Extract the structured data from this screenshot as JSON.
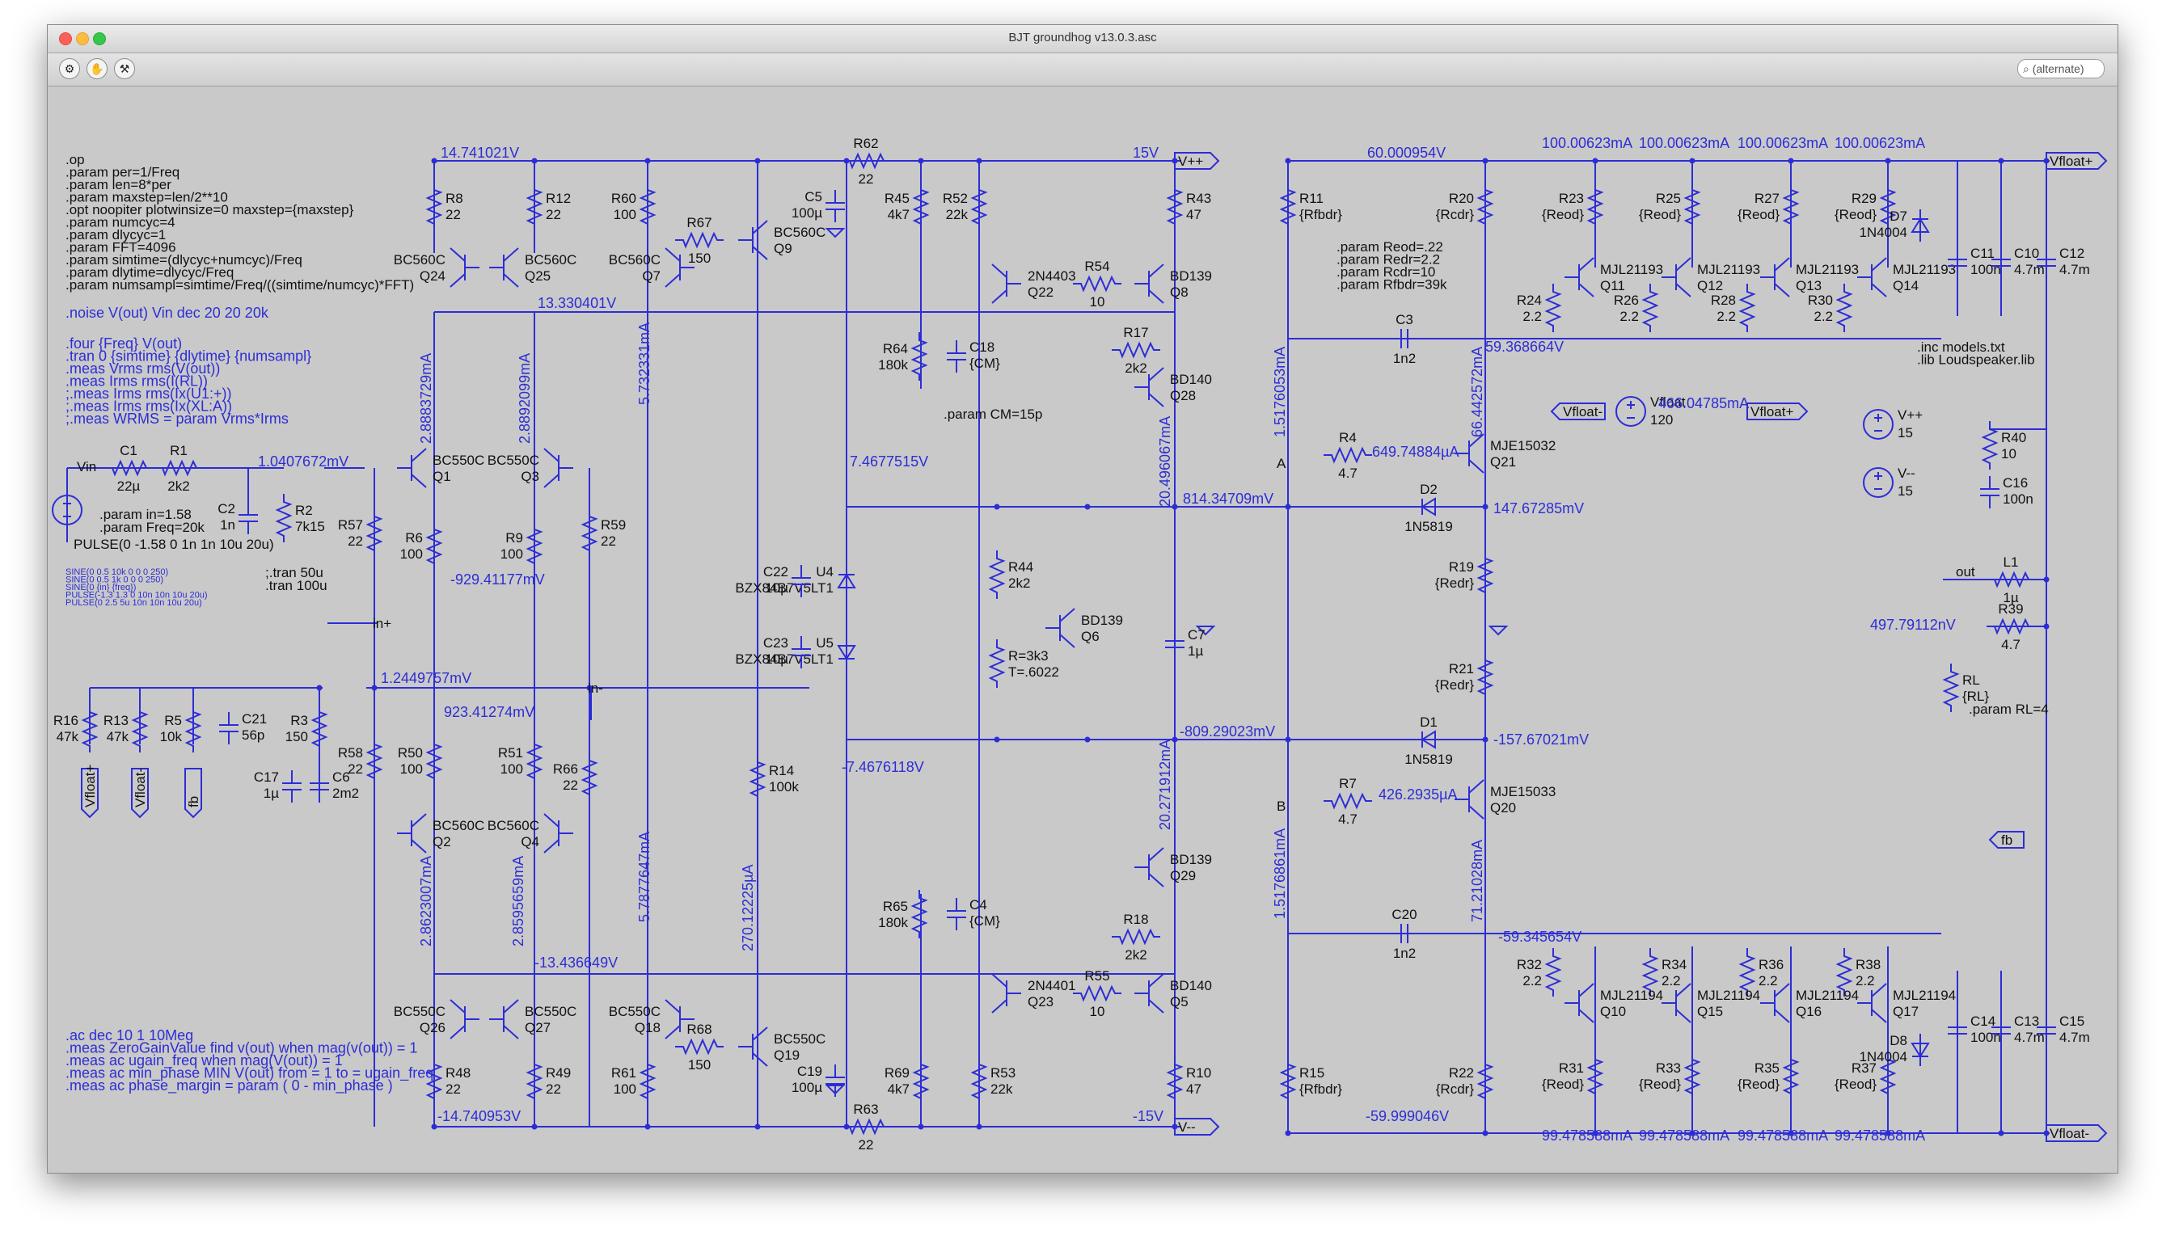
{
  "window": {
    "title": "BJT groundhog v13.0.3.asc",
    "search_placeholder": "(alternate)"
  },
  "toolbar": {
    "pan_icon": "hand-icon",
    "tool_icon": "wrench-icon"
  },
  "directives": [
    ".op",
    ".param per=1/Freq",
    ".param len=8*per",
    ".param maxstep=len/2**10",
    ".opt noopiter plotwinsize=0 maxstep={maxstep}",
    ".param numcyc=4",
    ".param dlycyc=1",
    ".param FFT=4096",
    ".param simtime=(dlycyc+numcyc)/Freq",
    ".param dlytime=dlycyc/Freq",
    ".param numsampl=simtime/Freq/((simtime/numcyc)*FFT)"
  ],
  "noise_directive": ".noise V(out) Vin dec 20 20 20k",
  "meas_directives": [
    ".four {Freq} V(out)",
    ".tran 0 {simtime} {dlytime} {numsampl}",
    ".meas Vrms rms(V(out))",
    ".meas Irms rms(I(RL))",
    ";.meas Irms rms(Ix(U1:+))",
    ";.meas Irms rms(Ix(XL:A))",
    ";.meas WRMS = param Vrms*Irms"
  ],
  "ac_directives": [
    ".ac dec 10 1 10Meg",
    ".meas ZeroGainValue find v(out) when mag(v(out)) = 1",
    ".meas ac ugain_freq when mag(V(out)) = 1",
    ".meas ac min_phase MIN V(out) from = 1 to = ugain_freq",
    ".meas ac phase_margin = param ( 0 - min_phase )"
  ],
  "alt_sources": [
    "SINE(0 0.5 10k 0 0 0 250)",
    "SINE(0 0.5 1k 0 0 0 250)",
    "SINE(0 {in} {freq})",
    "PULSE(-1.3 1.3 0 10n 10n 10u 20u)",
    "PULSE(0 2.5 5u 10n 10n 10u 20u)"
  ],
  "input": {
    "vin_label": "Vin",
    "pulse": "PULSE(0 -1.58 0 1n 1n 10u 20u)",
    "param_in": ".param in=1.58",
    "param_freq": ".param Freq=20k",
    "tran1": ";.tran 50u",
    "tran2": ".tran 100u"
  },
  "params_cm": ".param CM=15p",
  "params_output": [
    ".param Reod=.22",
    ".param Redr=2.2",
    ".param Rcdr=10",
    ".param Rfbdr=39k"
  ],
  "include": [
    ".inc models.txt",
    ".lib Loudspeaker.lib"
  ],
  "param_rl": ".param RL=4",
  "components": {
    "C1": [
      "C1",
      "22µ"
    ],
    "R1": [
      "R1",
      "2k2"
    ],
    "C2": [
      "C2",
      "1n"
    ],
    "R2": [
      "R2",
      "7k15"
    ],
    "R8": [
      "R8",
      "22"
    ],
    "R12": [
      "R12",
      "22"
    ],
    "R60": [
      "R60",
      "100"
    ],
    "R67": [
      "R67",
      "150"
    ],
    "C5": [
      "C5",
      "100µ"
    ],
    "R62": [
      "R62",
      "22"
    ],
    "R45": [
      "R45",
      "4k7"
    ],
    "R52": [
      "R52",
      "22k"
    ],
    "R43": [
      "R43",
      "47"
    ],
    "Q24": [
      "Q24",
      "BC560C"
    ],
    "Q25": [
      "Q25",
      "BC560C"
    ],
    "Q7": [
      "Q7",
      "BC560C"
    ],
    "Q9": [
      "Q9",
      "BC560C"
    ],
    "Q22": [
      "Q22",
      "2N4403"
    ],
    "R54": [
      "R54",
      "10"
    ],
    "Q8": [
      "Q8",
      "BD139"
    ],
    "R17": [
      "R17",
      "2k2"
    ],
    "R64": [
      "R64",
      "180k"
    ],
    "C18": [
      "C18",
      "{CM}"
    ],
    "Q28": [
      "Q28",
      "BD140"
    ],
    "Q1": [
      "Q1",
      "BC550C"
    ],
    "Q3": [
      "Q3",
      "BC550C"
    ],
    "R57": [
      "R57",
      "22"
    ],
    "R6": [
      "R6",
      "100"
    ],
    "R9": [
      "R9",
      "100"
    ],
    "R59": [
      "R59",
      "22"
    ],
    "U4": [
      "U4",
      "BZX84B7V5LT1"
    ],
    "U5": [
      "U5",
      "BZX84B7V5LT1"
    ],
    "C22": [
      "C22",
      "10µ"
    ],
    "C23": [
      "C23",
      "10µ"
    ],
    "R44": [
      "R44",
      "2k2"
    ],
    "Q6": [
      "Q6",
      "BD139"
    ],
    "R3k3": [
      "R=3k3",
      "T=.6022"
    ],
    "C7": [
      "C7",
      "1µ"
    ],
    "R16": [
      "R16",
      "47k"
    ],
    "R13": [
      "R13",
      "47k"
    ],
    "R5": [
      "R5",
      "10k"
    ],
    "C21": [
      "C21",
      "56p"
    ],
    "R3": [
      "R3",
      "150"
    ],
    "C17": [
      "C17",
      "1µ"
    ],
    "C6": [
      "C6",
      "2m2"
    ],
    "R58": [
      "R58",
      "22"
    ],
    "R50": [
      "R50",
      "100"
    ],
    "R51": [
      "R51",
      "100"
    ],
    "R66": [
      "R66",
      "22"
    ],
    "Q2": [
      "Q2",
      "BC560C"
    ],
    "Q4": [
      "Q4",
      "BC560C"
    ],
    "R14": [
      "R14",
      "100k"
    ],
    "R65": [
      "R65",
      "180k"
    ],
    "C4": [
      "C4",
      "{CM}"
    ],
    "Q29": [
      "Q29",
      "BD139"
    ],
    "R18": [
      "R18",
      "2k2"
    ],
    "Q23": [
      "Q23",
      "2N4401"
    ],
    "R55": [
      "R55",
      "10"
    ],
    "Q5": [
      "Q5",
      "BD140"
    ],
    "Q26": [
      "Q26",
      "BC550C"
    ],
    "Q27": [
      "Q27",
      "BC550C"
    ],
    "Q18": [
      "Q18",
      "BC550C"
    ],
    "R68": [
      "R68",
      "150"
    ],
    "Q19": [
      "Q19",
      "BC550C"
    ],
    "R48": [
      "R48",
      "22"
    ],
    "R49": [
      "R49",
      "22"
    ],
    "R61": [
      "R61",
      "100"
    ],
    "C19": [
      "C19",
      "100µ"
    ],
    "R63": [
      "R63",
      "22"
    ],
    "R69": [
      "R69",
      "4k7"
    ],
    "R53": [
      "R53",
      "22k"
    ],
    "R10": [
      "R10",
      "47"
    ],
    "R11": [
      "R11",
      "{Rfbdr}"
    ],
    "R20": [
      "R20",
      "{Rcdr}"
    ],
    "C3": [
      "C3",
      "1n2"
    ],
    "R4": [
      "R4",
      "4.7"
    ],
    "Q21": [
      "Q21",
      "MJE15032"
    ],
    "D2": [
      "D2",
      "1N5819"
    ],
    "R19": [
      "R19",
      "{Redr}"
    ],
    "R21": [
      "R21",
      "{Redr}"
    ],
    "D1": [
      "D1",
      "1N5819"
    ],
    "R7": [
      "R7",
      "4.7"
    ],
    "Q20": [
      "Q20",
      "MJE15033"
    ],
    "C20": [
      "C20",
      "1n2"
    ],
    "R15": [
      "R15",
      "{Rfbdr}"
    ],
    "R22": [
      "R22",
      "{Rcdr}"
    ],
    "R23": [
      "R23",
      "{Reod}"
    ],
    "R25": [
      "R25",
      "{Reod}"
    ],
    "R27": [
      "R27",
      "{Reod}"
    ],
    "R29": [
      "R29",
      "{Reod}"
    ],
    "D7": [
      "D7",
      "1N4004"
    ],
    "Q11": [
      "Q11",
      "MJL21193"
    ],
    "Q12": [
      "Q12",
      "MJL21193"
    ],
    "Q13": [
      "Q13",
      "MJL21193"
    ],
    "Q14": [
      "Q14",
      "MJL21193"
    ],
    "R24": [
      "R24",
      "2.2"
    ],
    "R26": [
      "R26",
      "2.2"
    ],
    "R28": [
      "R28",
      "2.2"
    ],
    "R30": [
      "R30",
      "2.2"
    ],
    "C11": [
      "C11",
      "100n"
    ],
    "C10": [
      "C10",
      "4.7m"
    ],
    "C12": [
      "C12",
      "4.7m"
    ],
    "Vfloat": [
      "Vfloat",
      "120"
    ],
    "Vpp": [
      "V++",
      "15"
    ],
    "Vmm": [
      "V--",
      "15"
    ],
    "R40": [
      "R40",
      "10"
    ],
    "C16": [
      "C16",
      "100n"
    ],
    "L1": [
      "L1",
      "1µ"
    ],
    "R39": [
      "R39",
      "4.7"
    ],
    "RL": [
      "RL",
      "{RL}"
    ],
    "R32": [
      "R32",
      "2.2"
    ],
    "R34": [
      "R34",
      "2.2"
    ],
    "R36": [
      "R36",
      "2.2"
    ],
    "R38": [
      "R38",
      "2.2"
    ],
    "Q10": [
      "Q10",
      "MJL21194"
    ],
    "Q15": [
      "Q15",
      "MJL21194"
    ],
    "Q16": [
      "Q16",
      "MJL21194"
    ],
    "Q17": [
      "Q17",
      "MJL21194"
    ],
    "R31": [
      "R31",
      "{Reod}"
    ],
    "R33": [
      "R33",
      "{Reod}"
    ],
    "R35": [
      "R35",
      "{Reod}"
    ],
    "R37": [
      "R37",
      "{Reod}"
    ],
    "D8": [
      "D8",
      "1N4004"
    ],
    "C14": [
      "C14",
      "100n"
    ],
    "C13": [
      "C13",
      "4.7m"
    ],
    "C15": [
      "C15",
      "4.7m"
    ]
  },
  "op_labels": {
    "v_top_left": "14.741021V",
    "v_15": "15V",
    "v_13": "13.330401V",
    "i_2888": "2.8883729mA",
    "i_2889": "2.8892099mA",
    "i_5732": "5.732331mA",
    "v_1040": "1.0407672mV",
    "v_7467": "7.4677515V",
    "v_929": "-929.41177mV",
    "i_20496": "20.496067mA",
    "v_814": "814.34709mV",
    "v_1244": "1.2449757mV",
    "v_923": "923.41274mV",
    "v_m7467": "-7.4676118V",
    "v_m809": "-809.29023mV",
    "i_2862": "2.8623007mA",
    "i_2859": "2.8595659mA",
    "i_5787": "5.7877647mA",
    "i_270": "270.12225µA",
    "i_20271": "20.271912mA",
    "v_m13436": "-13.436649V",
    "v_m14740": "-14.740953V",
    "v_m15": "-15V",
    "v_60": "60.000954V",
    "i_100a": "100.00623mA",
    "i_100b": "100.00623mA",
    "i_100c": "100.00623mA",
    "i_100d": "100.00623mA",
    "v_59368": "59.368664V",
    "i_1517": "1.5176053mA",
    "i_66442": "66.442572mA",
    "i_649": "649.74884µA",
    "v_147": "147.67285mV",
    "i_466": "466.04785mA",
    "v_497": "497.79112nV",
    "v_m157": "-157.67021mV",
    "i_426": "426.2935µA",
    "i_15176": "1.5176861mA",
    "i_71210": "71.21028mA",
    "v_m59345": "-59.345654V",
    "v_m59999": "-59.999046V",
    "i_99a": "99.478588mA",
    "i_99b": "99.478588mA",
    "i_99c": "99.478588mA",
    "i_99d": "99.478588mA"
  },
  "nets": {
    "vpp": "V++",
    "vmm": "V--",
    "vfloat_p": "Vfloat+",
    "vfloat_m": "Vfloat-",
    "in_p": "in+",
    "in_m": "in-",
    "a": "A",
    "b": "B",
    "out": "out",
    "fb": "fb"
  }
}
